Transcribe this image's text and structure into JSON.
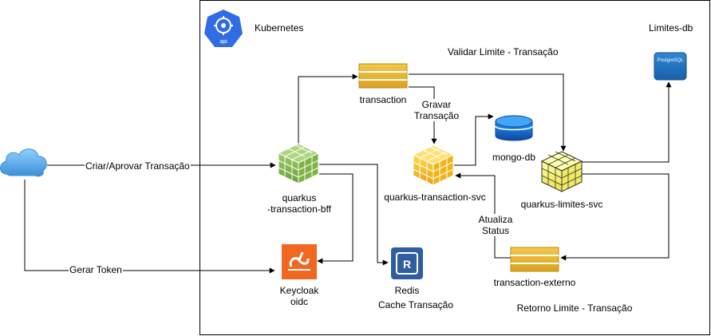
{
  "cluster": {
    "title": "Kubernetes",
    "icon": "kubernetes-api-icon",
    "icon_text": "api"
  },
  "nodes": {
    "internet": {
      "icon": "cloud-icon"
    },
    "bff": {
      "line1": "quarkus",
      "line2": "-transaction-bff",
      "icon": "quarkus-cube-icon"
    },
    "keycloak": {
      "line1": "Keycloak",
      "line2": "oidc",
      "icon": "keycloak-icon"
    },
    "redis": {
      "line1": "Redis",
      "line2": "Cache Transação",
      "icon": "redis-icon"
    },
    "transaction_queue": {
      "label": "transaction",
      "icon": "queue-icon"
    },
    "transaction_svc": {
      "label": "quarkus-transaction-svc",
      "icon": "quarkus-cube-icon"
    },
    "mongo": {
      "label": "mongo-db",
      "icon": "database-cylinder-icon"
    },
    "limites_svc": {
      "label": "quarkus-limites-svc",
      "icon": "quarkus-cube-icon"
    },
    "limites_db": {
      "title": "Limites-db",
      "badge": "PostgreSQL",
      "icon": "postgresql-icon"
    },
    "externo_queue": {
      "label": "transaction-externo",
      "icon": "queue-icon"
    }
  },
  "edges": {
    "criar_aprovar": "Criar/Aprovar Transação",
    "gerar_token": "Gerar Token",
    "validar_limite": "Validar Limite - Transação",
    "gravar_1": "Gravar",
    "gravar_2": "Transação",
    "atualiza_1": "Atualiza",
    "atualiza_2": "Status",
    "retorno_limite": "Retorno Limite - Transação"
  },
  "colors": {
    "kubernetes": "#326CE5",
    "quarkus_green": "#7CB342",
    "quarkus_yellow": "#F0C419",
    "quarkus_pale": "#F5F07A",
    "queue": "#E0B030",
    "keycloak": "#F26722",
    "redis": "#2F5D9E",
    "mongo": "#1565C0",
    "postgres": "#1E6FC4",
    "cloud": "#5AA9E6"
  }
}
